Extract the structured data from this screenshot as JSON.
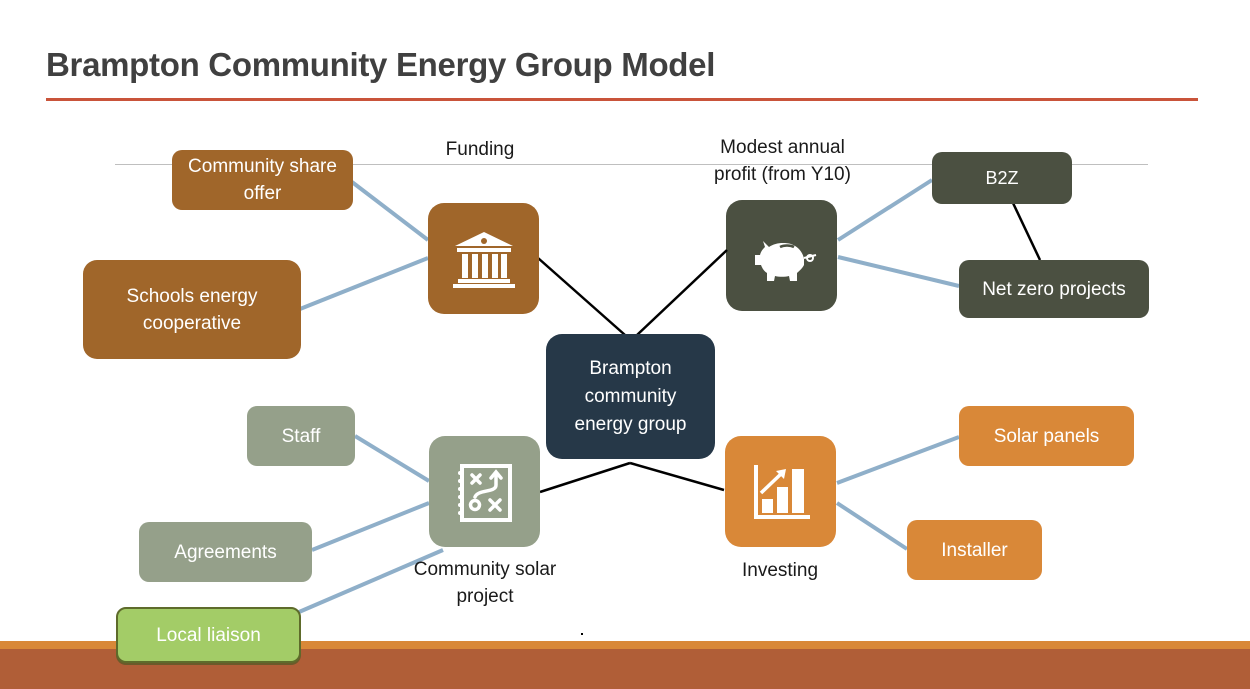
{
  "title": "Brampton Community Energy Group Model",
  "center": {
    "label": "Brampton community energy group"
  },
  "hubs": {
    "funding": {
      "label": "Funding",
      "icon": "bank-icon",
      "color": "#a0662a"
    },
    "profit": {
      "label": "Modest annual profit (from Y10)",
      "icon": "piggy-bank-icon",
      "color": "#4b5041"
    },
    "solar_project": {
      "label": "Community solar project",
      "icon": "strategy-board-icon",
      "color": "#95a08a"
    },
    "investing": {
      "label": "Investing",
      "icon": "growth-chart-icon",
      "color": "#d98838"
    }
  },
  "nodes": {
    "community_share_offer": "Community share offer",
    "schools_energy_cooperative": "Schools energy cooperative",
    "b2z": "B2Z",
    "net_zero_projects": "Net zero projects",
    "staff": "Staff",
    "agreements": "Agreements",
    "local_liaison": "Local liaison",
    "solar_panels": "Solar panels",
    "installer": "Installer"
  },
  "colors": {
    "title_rule": "#c9543a",
    "center": "#263848",
    "local_liaison": "#a3cc67",
    "footer": "#b05e37",
    "footer_stripe": "#d98838",
    "spoke_line": "#8fafc9"
  }
}
